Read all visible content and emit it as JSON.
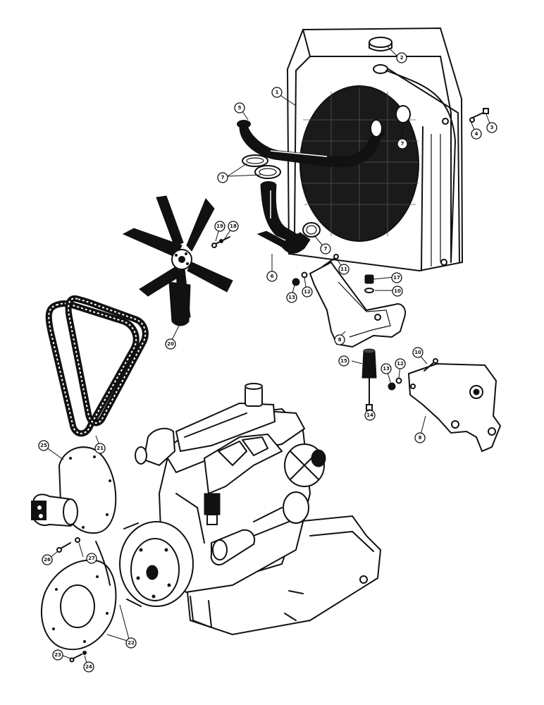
{
  "diagram": {
    "callouts": [
      {
        "id": "c1",
        "label": "1"
      },
      {
        "id": "c2",
        "label": "2"
      },
      {
        "id": "c3",
        "label": "3"
      },
      {
        "id": "c4",
        "label": "4"
      },
      {
        "id": "c5",
        "label": "5"
      },
      {
        "id": "c6",
        "label": "6"
      },
      {
        "id": "c7a",
        "label": "7"
      },
      {
        "id": "c7b",
        "label": "7"
      },
      {
        "id": "c7c",
        "label": "7"
      },
      {
        "id": "c8a",
        "label": "8"
      },
      {
        "id": "c8b",
        "label": "8"
      },
      {
        "id": "c10a",
        "label": "10"
      },
      {
        "id": "c10b",
        "label": "10"
      },
      {
        "id": "c11",
        "label": "11"
      },
      {
        "id": "c12a",
        "label": "12"
      },
      {
        "id": "c12b",
        "label": "12"
      },
      {
        "id": "c13a",
        "label": "13"
      },
      {
        "id": "c13b",
        "label": "13"
      },
      {
        "id": "c14",
        "label": "14"
      },
      {
        "id": "c15",
        "label": "15"
      },
      {
        "id": "c17",
        "label": "17"
      },
      {
        "id": "c18",
        "label": "18"
      },
      {
        "id": "c19",
        "label": "19"
      },
      {
        "id": "c20",
        "label": "20"
      },
      {
        "id": "c21",
        "label": "21"
      },
      {
        "id": "c22",
        "label": "22"
      },
      {
        "id": "c23",
        "label": "23"
      },
      {
        "id": "c24",
        "label": "24"
      },
      {
        "id": "c25",
        "label": "25"
      },
      {
        "id": "c26",
        "label": "26"
      },
      {
        "id": "c27",
        "label": "27"
      }
    ]
  }
}
